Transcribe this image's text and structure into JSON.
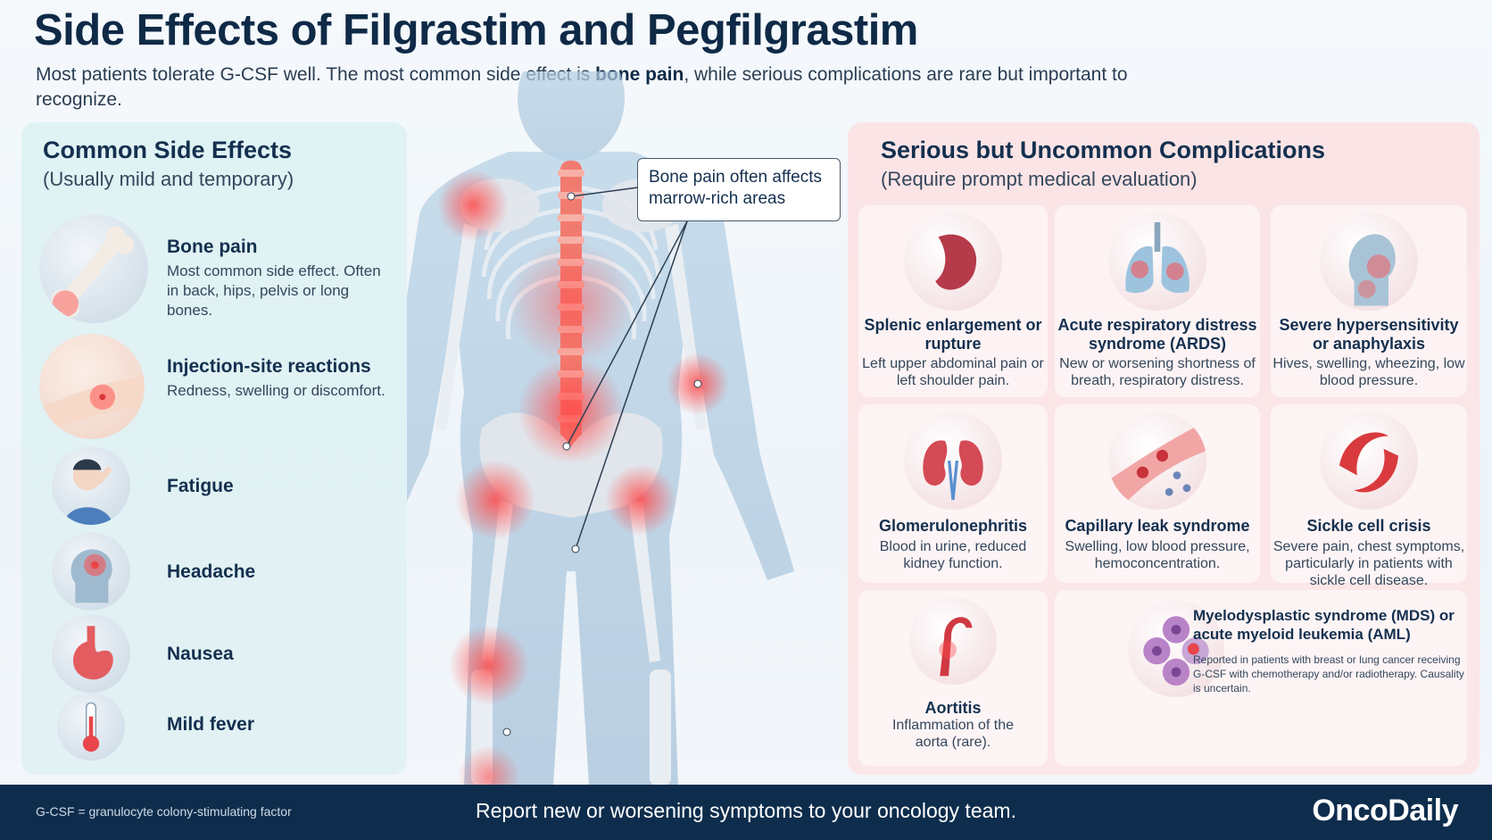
{
  "header": {
    "title": "Side Effects of Filgrastim and Pegfilgrastim",
    "subtitle_pre": "Most patients tolerate G-CSF well. The most common side effect is ",
    "subtitle_bold": "bone pain",
    "subtitle_post": ", while serious complications are rare but important to recognize."
  },
  "common": {
    "title": "Common Side Effects",
    "subtitle": "(Usually mild and temporary)",
    "items": [
      {
        "label": "Bone pain",
        "desc": "Most common side effect. Often in back, hips, pelvis or long bones.",
        "icon": "bone-icon"
      },
      {
        "label": "Injection-site reactions",
        "desc": "Redness, swelling or discomfort.",
        "icon": "arm-injection-icon"
      },
      {
        "label": "Fatigue",
        "desc": "",
        "icon": "tired-person-icon"
      },
      {
        "label": "Headache",
        "desc": "",
        "icon": "head-pain-icon"
      },
      {
        "label": "Nausea",
        "desc": "",
        "icon": "stomach-icon"
      },
      {
        "label": "Mild fever",
        "desc": "",
        "icon": "thermometer-icon"
      }
    ]
  },
  "callout": {
    "text": "Bone pain often affects marrow-rich areas"
  },
  "serious": {
    "title": "Serious but Uncommon Complications",
    "subtitle": "(Require prompt medical evaluation)",
    "cards": [
      {
        "title": "Splenic enlargement or rupture",
        "desc": "Left upper abdominal pain or left shoulder pain.",
        "icon": "spleen-icon"
      },
      {
        "title": "Acute respiratory distress syndrome (ARDS)",
        "desc": "New or worsening shortness of breath, respiratory distress.",
        "icon": "lungs-icon"
      },
      {
        "title": "Severe hypersensitivity or anaphylaxis",
        "desc": "Hives, swelling, wheezing, low blood pressure.",
        "icon": "allergic-head-icon"
      },
      {
        "title": "Glomerulonephritis",
        "desc": "Blood in urine, reduced kidney function.",
        "icon": "kidneys-icon"
      },
      {
        "title": "Capillary leak syndrome",
        "desc": "Swelling, low blood pressure, hemoconcentration.",
        "icon": "capillary-icon"
      },
      {
        "title": "Sickle cell crisis",
        "desc": "Severe pain, chest symptoms, particularly in patients with sickle cell disease.",
        "icon": "sickle-cell-icon"
      },
      {
        "title": "Aortitis",
        "desc": "Inflammation of the aorta (rare).",
        "icon": "aorta-icon"
      },
      {
        "title": "Myelodysplastic syndrome (MDS) or acute myeloid leukemia (AML)",
        "desc": "Reported in patients with breast or lung cancer receiving G-CSF with chemotherapy and/or radiotherapy. Causality is uncertain.",
        "icon": "blood-cells-icon"
      }
    ]
  },
  "footer": {
    "footnote": "G-CSF = granulocyte colony-stimulating factor",
    "message": "Report new or worsening symptoms to your oncology team.",
    "brand": "OncoDaily"
  },
  "colors": {
    "navy": "#0e2d4d",
    "accent_red": "#e8464a",
    "teal_panel": "#dff2f4",
    "pink_panel": "#fbe4e6"
  }
}
